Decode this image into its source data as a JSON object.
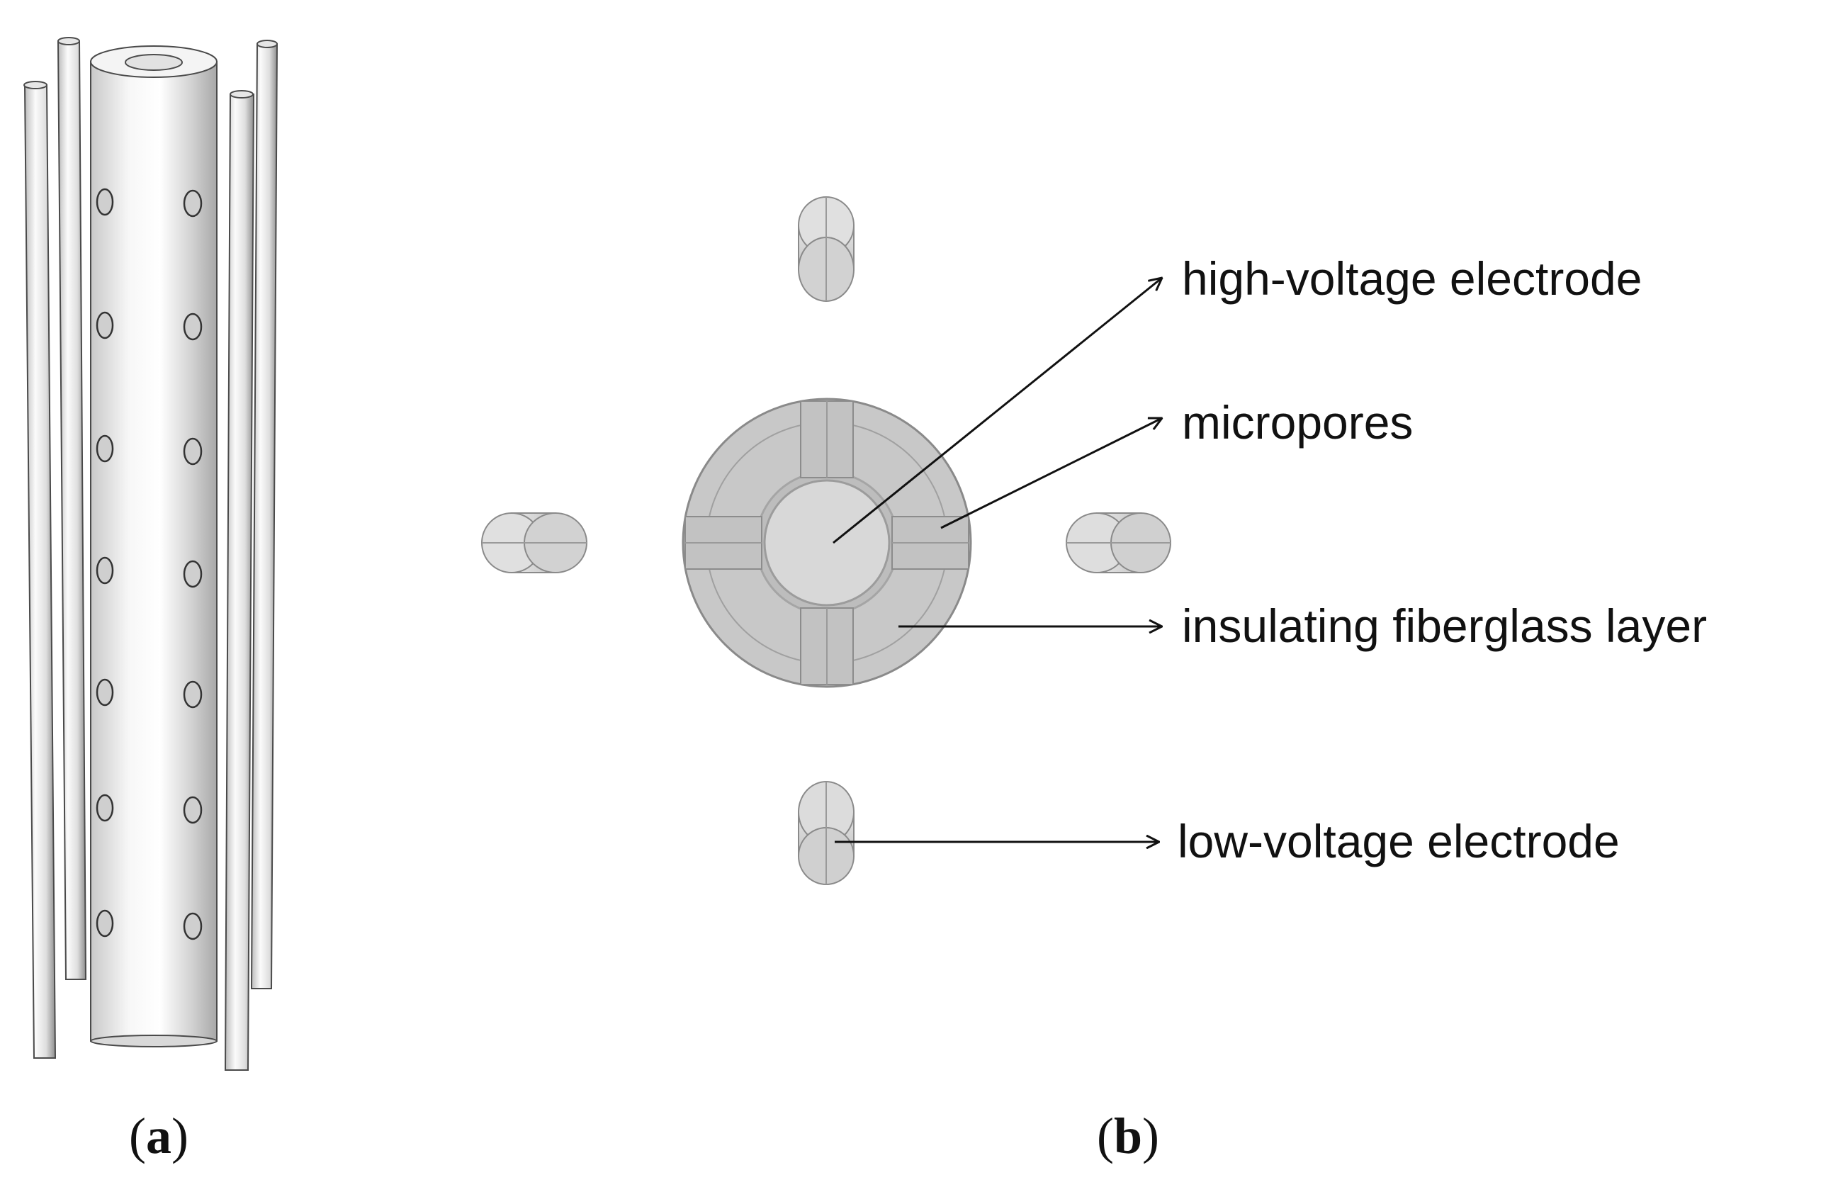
{
  "panels": {
    "a": {
      "open": "(",
      "letter": "a",
      "close": ")"
    },
    "b": {
      "open": "(",
      "letter": "b",
      "close": ")"
    }
  },
  "labels": {
    "high_voltage_electrode": "high-voltage electrode",
    "micropores": "micropores",
    "insulating_layer": "insulating fiberglass layer",
    "low_voltage_electrode": "low-voltage electrode"
  },
  "colors": {
    "outline": "#4a4a4a",
    "fill_light": "#f2f2f2",
    "fill_mid": "#cfcfcf",
    "fill_dark": "#9a9a9a",
    "arrow": "#111111"
  }
}
